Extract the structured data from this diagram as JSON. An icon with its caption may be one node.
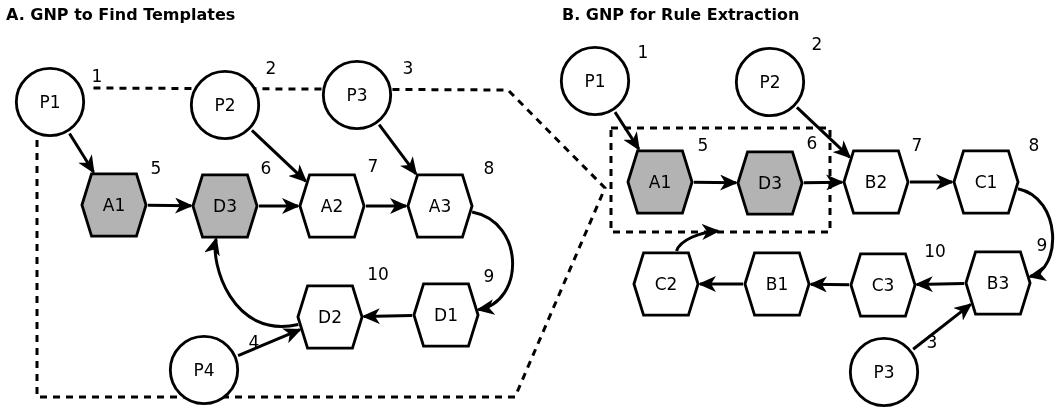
{
  "diagram": {
    "nodes": [
      {
        "text": [
          "P1"
        ],
        "beside": [
          "1"
        ]
      },
      {
        "text": [
          "P2"
        ],
        "beside": [
          "2"
        ]
      },
      {
        "text": [
          "P3"
        ],
        "beside": [
          "3"
        ]
      },
      {
        "text": [
          "A1"
        ],
        "beside": [
          "5"
        ]
      },
      {
        "text": [
          "D3"
        ],
        "beside": [
          "6"
        ]
      },
      {
        "text": [
          "A2"
        ],
        "beside": [
          "7"
        ]
      },
      {
        "text": [
          "A3"
        ],
        "beside": [
          "8"
        ]
      },
      {
        "text": [
          "D1"
        ],
        "beside": [
          "9"
        ]
      },
      {
        "text": [
          "D2"
        ],
        "beside": [
          "10"
        ]
      },
      {
        "text": [
          "P4"
        ],
        "beside": [
          "4"
        ]
      },
      {
        "text": [
          "P1"
        ],
        "beside": [
          "1"
        ]
      },
      {
        "text": [
          "P2"
        ],
        "beside": [
          "2"
        ]
      },
      {
        "text": [
          "A1"
        ],
        "beside": [
          "5"
        ]
      },
      {
        "text": [
          "D3"
        ],
        "beside": [
          "6"
        ]
      },
      {
        "text": [
          "B2"
        ],
        "beside": [
          "7"
        ]
      },
      {
        "text": [
          "C1"
        ],
        "beside": [
          "8"
        ]
      },
      {
        "text": [
          "B3"
        ],
        "beside": [
          "9"
        ]
      },
      {
        "text": [
          "C3"
        ],
        "beside": [
          "10"
        ]
      },
      {
        "text": [
          "B1"
        ]
      },
      {
        "text": [
          "C2"
        ]
      },
      {
        "text": [
          "P3"
        ],
        "beside": [
          "3"
        ]
      }
    ],
    "edges": [
      {
        "from": 0,
        "to": 3,
        "arrow": "to"
      },
      {
        "from": 1,
        "to": 5,
        "arrow": "to"
      },
      {
        "from": 2,
        "to": 6,
        "arrow": "to"
      },
      {
        "from": 3,
        "to": 4,
        "arrow": "to"
      },
      {
        "from": 4,
        "to": 5,
        "arrow": "to"
      },
      {
        "from": 5,
        "to": 6,
        "arrow": "to"
      },
      {
        "from": 6,
        "to": 7,
        "arrow": "to"
      },
      {
        "from": 7,
        "to": 8,
        "arrow": "to"
      },
      {
        "from": 8,
        "to": 4,
        "arrow": "to"
      },
      {
        "from": 9,
        "to": 8,
        "arrow": "to"
      },
      {
        "from": 10,
        "to": 12,
        "arrow": "to"
      },
      {
        "from": 11,
        "to": 14,
        "arrow": "to"
      },
      {
        "from": 12,
        "to": 13,
        "arrow": "to"
      },
      {
        "from": 13,
        "to": 14,
        "arrow": "to"
      },
      {
        "from": 14,
        "to": 15,
        "arrow": "to"
      },
      {
        "from": 15,
        "to": 16,
        "arrow": "to"
      },
      {
        "from": 16,
        "to": 17,
        "arrow": "to"
      },
      {
        "from": 17,
        "to": 18,
        "arrow": "to"
      },
      {
        "from": 18,
        "to": 19,
        "arrow": "to"
      },
      {
        "from": 19,
        "to": null,
        "arrow": "to"
      },
      {
        "from": 20,
        "to": 16,
        "arrow": "to"
      }
    ],
    "labels": [
      "A. GNP to Find Templates",
      "B. GNP for Rule Extraction"
    ]
  }
}
